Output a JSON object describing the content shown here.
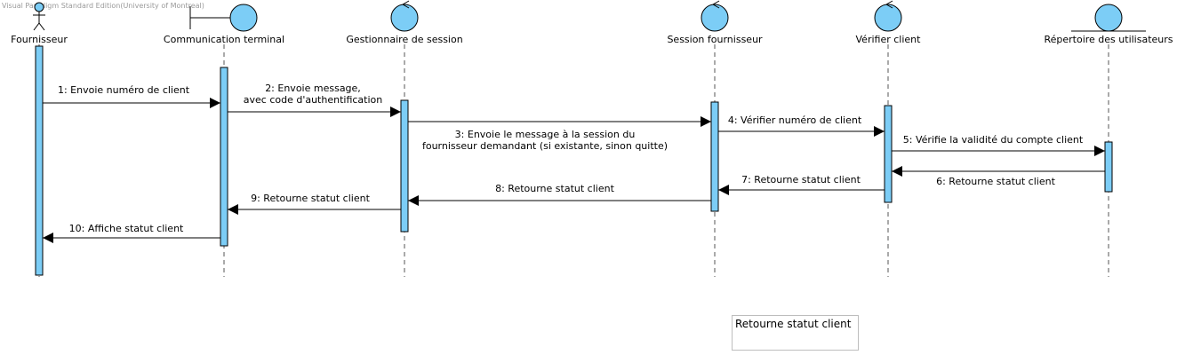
{
  "watermark": "Visual Paradigm Standard Edition(University of Montreal)",
  "lifelines": [
    {
      "name": "Fournisseur",
      "kind": "actor"
    },
    {
      "name": "Communication terminal",
      "kind": "boundary"
    },
    {
      "name": "Gestionnaire de session",
      "kind": "control"
    },
    {
      "name": "Session fournisseur",
      "kind": "control"
    },
    {
      "name": "Vérifier client",
      "kind": "control"
    },
    {
      "name": "Répertoire des utilisateurs",
      "kind": "entity"
    }
  ],
  "messages": [
    {
      "lines": [
        "1: Envoie numéro de client"
      ],
      "from": 0,
      "to": 1
    },
    {
      "lines": [
        "2: Envoie message,",
        "avec code d'authentification"
      ],
      "from": 1,
      "to": 2
    },
    {
      "lines": [
        "3: Envoie le message à la session du",
        "fournisseur demandant (si existante, sinon quitte)"
      ],
      "from": 2,
      "to": 3
    },
    {
      "lines": [
        "4: Vérifier numéro de client"
      ],
      "from": 3,
      "to": 4
    },
    {
      "lines": [
        "5: Vérifie la validité du compte client"
      ],
      "from": 4,
      "to": 5
    },
    {
      "lines": [
        "6: Retourne statut client"
      ],
      "from": 5,
      "to": 4
    },
    {
      "lines": [
        "7: Retourne statut client"
      ],
      "from": 4,
      "to": 3
    },
    {
      "lines": [
        "8: Retourne statut client"
      ],
      "from": 3,
      "to": 2
    },
    {
      "lines": [
        "9: Retourne statut client"
      ],
      "from": 2,
      "to": 1
    },
    {
      "lines": [
        "10: Affiche statut client"
      ],
      "from": 1,
      "to": 0
    }
  ],
  "note": "Retourne statut client",
  "colors": {
    "activation_fill": "#7ccdf6",
    "line": "#000000"
  }
}
